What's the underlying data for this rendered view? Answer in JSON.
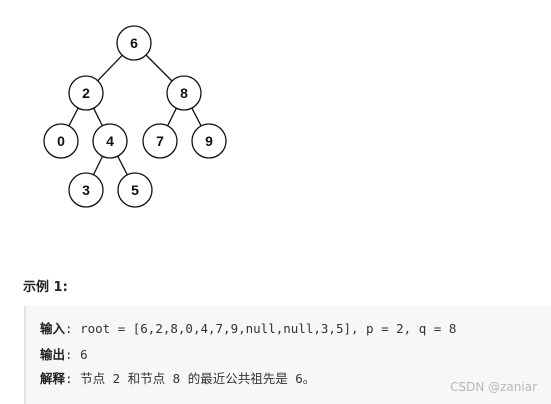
{
  "tree": {
    "nodes": [
      {
        "id": "n6",
        "label": "6"
      },
      {
        "id": "n2",
        "label": "2"
      },
      {
        "id": "n8",
        "label": "8"
      },
      {
        "id": "n0",
        "label": "0"
      },
      {
        "id": "n4",
        "label": "4"
      },
      {
        "id": "n7",
        "label": "7"
      },
      {
        "id": "n9",
        "label": "9"
      },
      {
        "id": "n3",
        "label": "3"
      },
      {
        "id": "n5",
        "label": "5"
      }
    ],
    "edges": [
      [
        "n6",
        "n2"
      ],
      [
        "n6",
        "n8"
      ],
      [
        "n2",
        "n0"
      ],
      [
        "n2",
        "n4"
      ],
      [
        "n8",
        "n7"
      ],
      [
        "n8",
        "n9"
      ],
      [
        "n4",
        "n3"
      ],
      [
        "n4",
        "n5"
      ]
    ]
  },
  "example": {
    "heading": "示例 1:",
    "input_label": "输入",
    "input_value": ": root = [6,2,8,0,4,7,9,null,null,3,5], p = 2, q = 8",
    "output_label": "输出",
    "output_value": ": 6",
    "explain_label": "解释",
    "explain_value": ": 节点 2 和节点 8 的最近公共祖先是 6。"
  },
  "watermark": "CSDN @zaniar"
}
